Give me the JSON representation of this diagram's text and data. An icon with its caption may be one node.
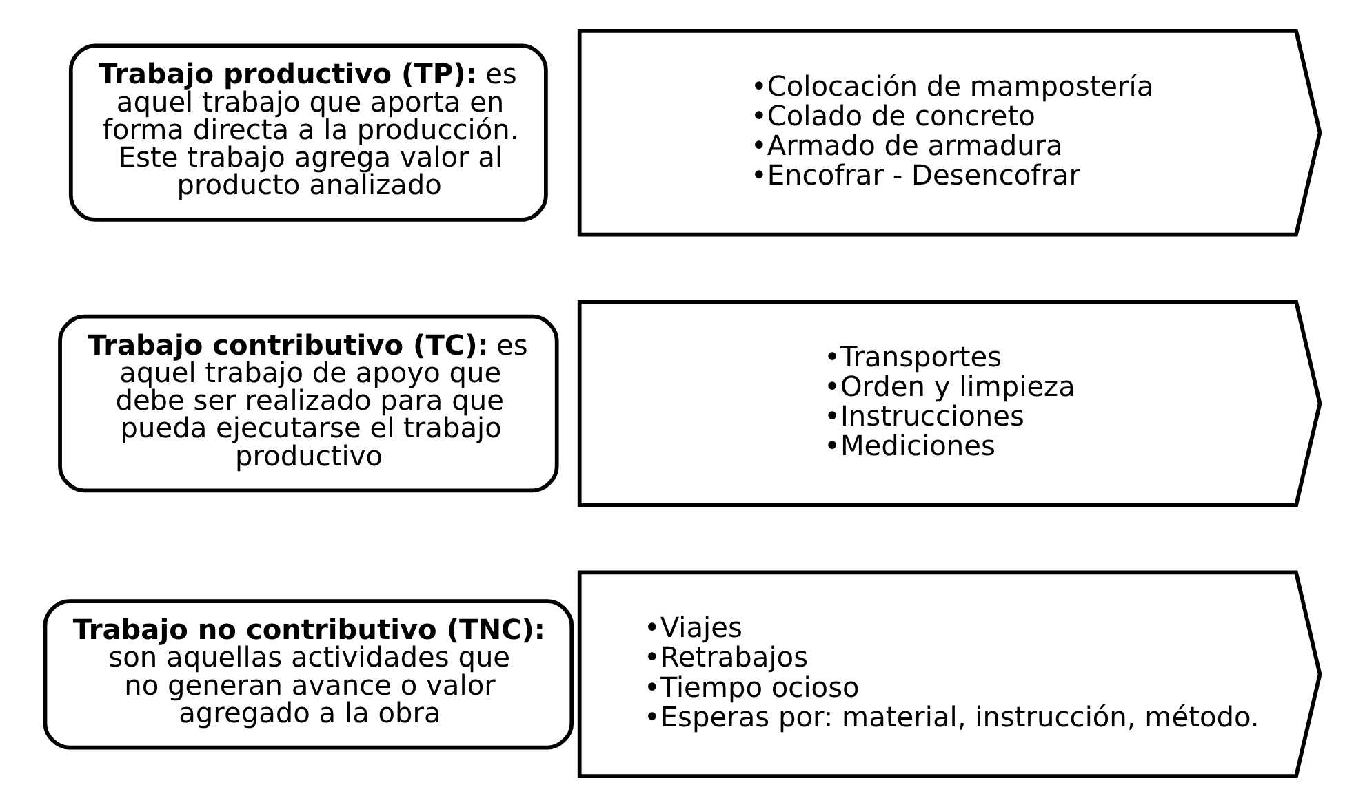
{
  "diagram": {
    "nodes": [
      {
        "text": [
          "**Trabajo productivo (TP):** es aquel trabajo que aporta en forma directa a la producción. Este trabajo agrega valor al producto analizado"
        ]
      },
      {
        "text": [
          "•Colocación de mampostería",
          "•Colado de concreto",
          "•Armado de armadura",
          "•Encofrar - Desencofrar"
        ]
      },
      {
        "text": [
          "**Trabajo contributivo (TC):** es aquel trabajo de apoyo que debe ser realizado para que pueda ejecutarse el trabajo productivo"
        ]
      },
      {
        "text": [
          "•Transportes",
          "•Orden y limpieza",
          "•Instrucciones",
          "•Mediciones"
        ]
      },
      {
        "text": [
          "**Trabajo no contributivo (TNC):** son aquellas actividades que no generan avance o valor agregado a la obra"
        ]
      },
      {
        "text": [
          "•Viajes",
          "•Retrabajos",
          "•Tiempo ocioso",
          "•Esperas por: material, instrucción, método."
        ]
      }
    ],
    "edges": []
  }
}
